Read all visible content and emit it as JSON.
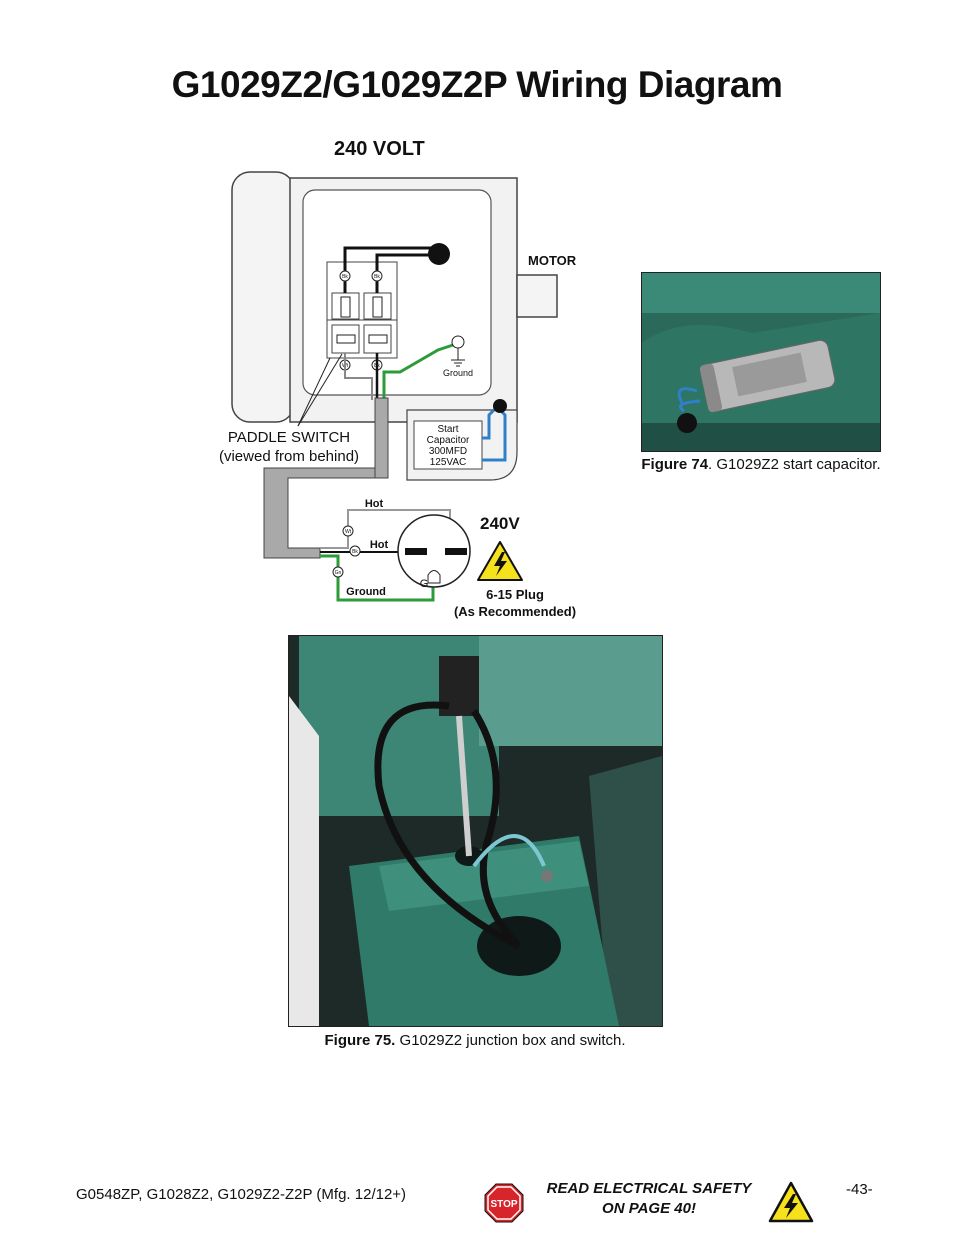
{
  "header": {
    "title": "G1029Z2/G1029Z2P Wiring Diagram"
  },
  "diagram": {
    "subtitle": "240 VOLT",
    "motor_label": "MOTOR",
    "paddle_switch_line1": "PADDLE SWITCH",
    "paddle_switch_line2": "(viewed from behind)",
    "ground_label": "Ground",
    "capacitor_lines": [
      "Start",
      "Capacitor",
      "300MFD",
      "125VAC"
    ],
    "terminal_labels": {
      "bk": "Bk",
      "wt": "Wt",
      "gn": "Gn"
    },
    "hot_label_1": "Hot",
    "hot_label_2": "Hot",
    "plug_ground_label": "Ground",
    "plug_g": "G",
    "voltage_label": "240V",
    "plug_line1": "6-15 Plug",
    "plug_line2": "(As Recommended)"
  },
  "figure74": {
    "caption_bold": "Figure 74",
    "caption_text": ". G1029Z2 start capacitor."
  },
  "figure75": {
    "caption_bold": "Figure 75.",
    "caption_text": " G1029Z2 junction box and switch."
  },
  "footer": {
    "models": "G0548ZP, G1028Z2, G1029Z2-Z2P (Mfg. 12/12+)",
    "stop": "STOP",
    "safety_line1": "READ ELECTRICAL SAFETY",
    "safety_line2": "ON PAGE 40!",
    "page_number": "-43-"
  },
  "colors": {
    "wire_black": "#111111",
    "wire_ground": "#2e9b3a",
    "wire_blue": "#2f80c8",
    "stop_red": "#d7262b",
    "warning_yellow": "#f6e11d"
  }
}
